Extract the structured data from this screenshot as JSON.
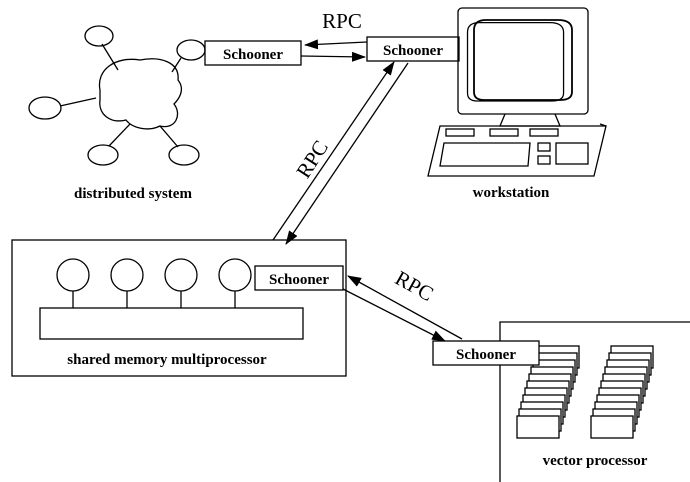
{
  "labels": {
    "distributed_system": "distributed system",
    "workstation": "workstation",
    "shared_memory": "shared memory multiprocessor",
    "vector_processor": "vector processor"
  },
  "schooner_label": "Schooner",
  "rpc_label": "RPC"
}
